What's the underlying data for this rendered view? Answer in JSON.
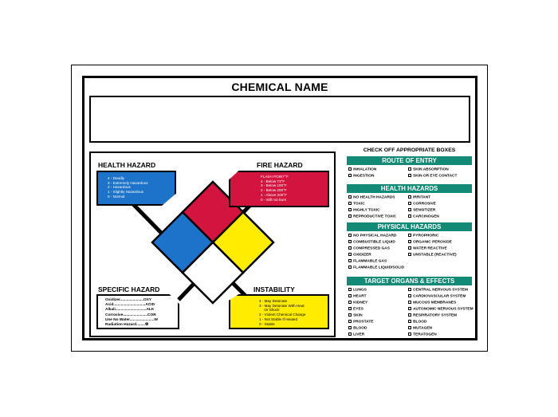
{
  "title": "CHEMICAL NAME",
  "health": {
    "heading": "HEALTH HAZARD",
    "lines": [
      "4 - Deadly",
      "3 - Extremely Hazardous",
      "2 - Hazardous",
      "1 - Slightly Hazardous",
      "0 - Normal"
    ],
    "color": "#1c73c9"
  },
  "fire": {
    "heading": "FIRE HAZARD",
    "lines": [
      "FLASH POINT°F",
      "4 - Below 73°F",
      "3 - Below 100°F",
      "2 - Below 200°F",
      "1 - Above 200°F",
      "0 - Will not burn"
    ],
    "color": "#d2143f"
  },
  "instability": {
    "heading": "INSTABILITY",
    "lines": [
      "4 - May Detonate",
      "3 - May Detonate With Heat",
      "     Or Shock",
      "2 - Violent Chemical Change",
      "1 - Not Stable If Heated",
      "0 - Stable"
    ],
    "color": "#ffec00"
  },
  "specific": {
    "heading": "SPECIFIC HAZARD",
    "lines": [
      "Oxidizer......................OXY",
      "Acid..............................ACID",
      "Alkali.............................ALK",
      "Corrosive.......................COR",
      "Use No Water.......................W",
      "Radiation Hazard........☢"
    ]
  },
  "diamond_colors": {
    "top": "#d2143f",
    "left": "#1c73c9",
    "right": "#ffec00",
    "bottom": "#ffffff"
  },
  "check_title": "CHECK OFF APPROPRIATE BOXES",
  "sections": [
    {
      "heading": "ROUTE OF ENTRY",
      "left": [
        "INHALATION",
        "INGESTION"
      ],
      "right": [
        "SKIN ABSORPTION",
        "SKIN OR EYE CONTACT"
      ]
    },
    {
      "heading": "HEALTH HAZARDS",
      "left": [
        "NO HEALTH HAZARDS",
        "TOXIC",
        "HIGHLY TOXIC",
        "REPRODUCTIVE TOXIC"
      ],
      "right": [
        "IRRITANT",
        "CORROSIVE",
        "SENSITIZER",
        "CARCINOGEN"
      ]
    },
    {
      "heading": "PHYSICAL HAZARDS",
      "left": [
        "NO PHYSICAL HAZARD",
        "COMBUSTIBLE LIQUID",
        "COMPRESSED GAS",
        "OXIDIZER",
        "FLAMMABLE GAS",
        "FLAMMABLE LIQUID/SOLID"
      ],
      "right": [
        "PYROPHORIC",
        "ORGANIC PEROXIDE",
        "WATER REACTIVE",
        "UNSTABLE (REACTIVE)"
      ]
    },
    {
      "heading": "TARGET ORGANS & EFFECTS",
      "left": [
        "LUNGS",
        "HEART",
        "KIDNEY",
        "EYES",
        "SKIN",
        "PROSTATE",
        "BLOOD",
        "LIVER"
      ],
      "right": [
        "CENTRAL NERVOUS SYSTEM",
        "CARDIOVASCULAR SYSTEM",
        "MUCOUS MEMBRANES",
        "AUTONOMIC NERVOUS SYSTEM",
        "RESPIRATORY SYSTEM",
        "BLOOD",
        "MUTAGEN",
        "TERATOGEN"
      ]
    }
  ],
  "band_color": "#138a75"
}
